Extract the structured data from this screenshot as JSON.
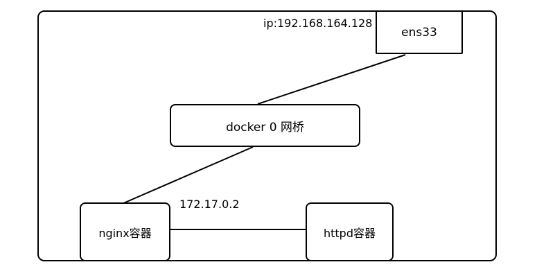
{
  "diagram": {
    "ip_label": "ip:192.168.164.128",
    "container_ip_label": "172.17.0.2",
    "nodes": {
      "ens33": "ens33",
      "bridge": "docker 0 网桥",
      "nginx": "nginx容器",
      "httpd": "httpd容器"
    }
  },
  "colors": {
    "stroke": "#000000",
    "background": "#ffffff"
  }
}
